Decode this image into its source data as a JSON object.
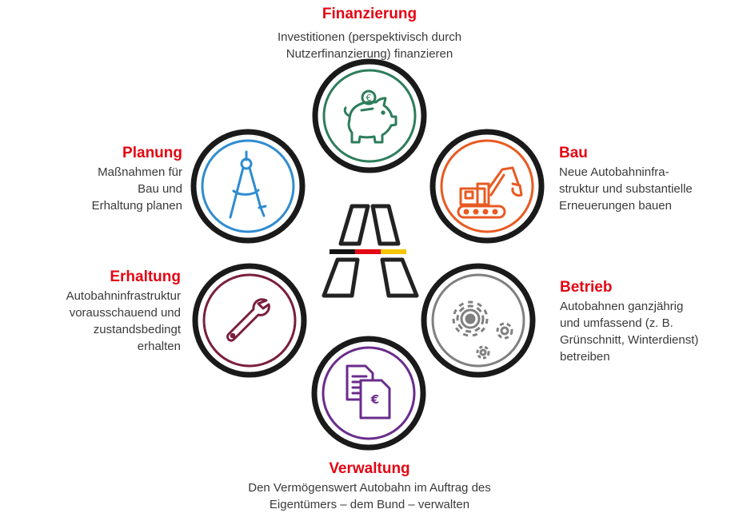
{
  "colors": {
    "title": "#e30613",
    "ring": "#1a1a1a",
    "finanzierung": "#2e7d5b",
    "bau": "#e85a22",
    "betrieb": "#808080",
    "verwaltung": "#6a2c8c",
    "erhaltung": "#7a1e3c",
    "planung": "#2f8ccf",
    "flag_black": "#111111",
    "flag_red": "#e30613",
    "flag_gold": "#f7c600"
  },
  "icons": {
    "finanzierung": "piggy-bank-euro-icon",
    "bau": "excavator-icon",
    "betrieb": "gears-icon",
    "verwaltung": "euro-documents-icon",
    "erhaltung": "wrench-icon",
    "planung": "compass-drawing-icon",
    "center": "motorway-icon"
  },
  "finanzierung": {
    "title": "Finanzierung",
    "desc": "Investitionen (perspektivisch durch\nNutzerfinanzierung) finanzieren"
  },
  "bau": {
    "title": "Bau",
    "desc": "Neue Autobahninfra-\nstruktur und substantielle\nErneuerungen bauen"
  },
  "betrieb": {
    "title": "Betrieb",
    "desc": "Autobahnen ganzjährig\nund umfassend (z. B.\nGrünschnitt, Winterdienst)\nbetreiben"
  },
  "verwaltung": {
    "title": "Verwaltung",
    "desc": "Den Vermögenswert Autobahn im Auftrag des\nEigentümers – dem Bund – verwalten"
  },
  "erhaltung": {
    "title": "Erhaltung",
    "desc": "Autobahninfrastruktur\nvorausschauend und\nzustandsbedingt\nerhalten"
  },
  "planung": {
    "title": "Planung",
    "desc": "Maßnahmen für\nBau und\nErhaltung planen"
  }
}
